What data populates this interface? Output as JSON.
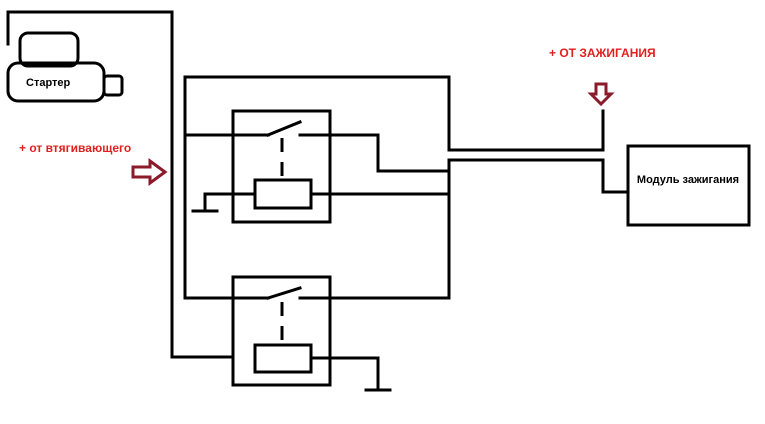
{
  "labels": {
    "starter": "Стартер",
    "from_ignition": "+ ОТ ЗАЖИГАНИЯ",
    "from_retractor": "+ от втягивающего",
    "ignition_module": "Модуль зажигания"
  },
  "colors": {
    "wire": "#000000",
    "label_red": "#e02020",
    "arrow": "#8b1a2a",
    "background": "#ffffff"
  }
}
